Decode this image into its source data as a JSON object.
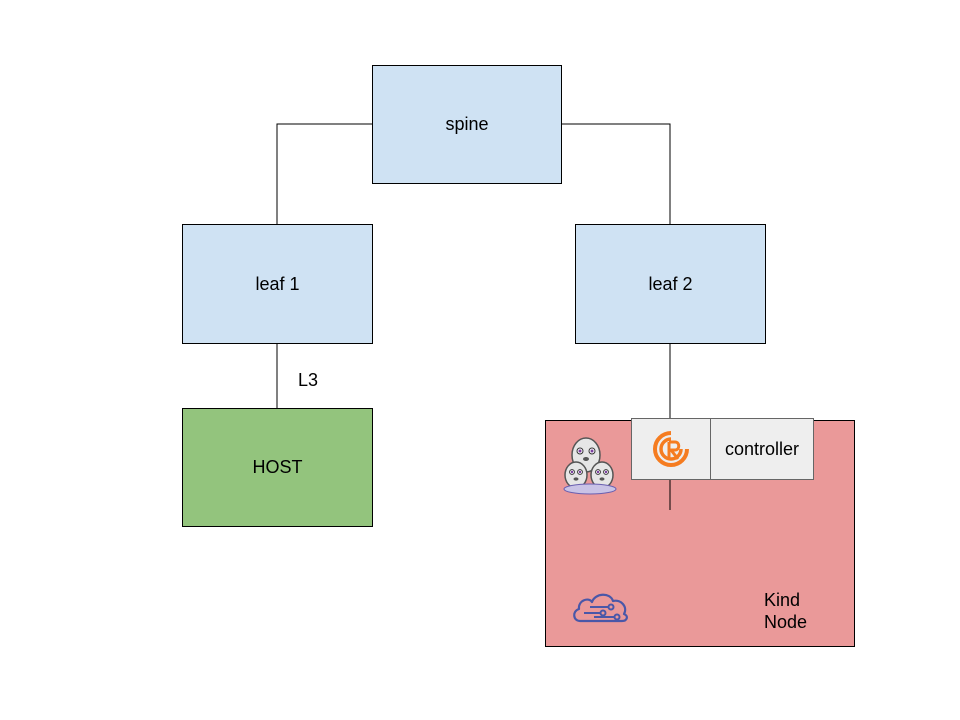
{
  "diagram": {
    "nodes": {
      "spine": {
        "label": "spine"
      },
      "leaf1": {
        "label": "leaf 1"
      },
      "leaf2": {
        "label": "leaf 2"
      },
      "host": {
        "label": "HOST"
      },
      "kind_node": {
        "label_line1": "Kind",
        "label_line2": "Node"
      },
      "controller": {
        "label": "controller"
      }
    },
    "links": {
      "leaf1_host": {
        "label": "L3"
      }
    },
    "icons": {
      "controller_logo": "frr-logo-icon",
      "containers_logo": "seal-mascot-icon",
      "network_logo": "cloud-network-icon"
    },
    "colors": {
      "switch_fill": "#cfe2f3",
      "host_fill": "#93c47d",
      "kind_fill": "#ea9999",
      "controller_fill": "#eeeeee",
      "accent_orange": "#f57c20",
      "icon_blue": "#4a57a8"
    }
  }
}
